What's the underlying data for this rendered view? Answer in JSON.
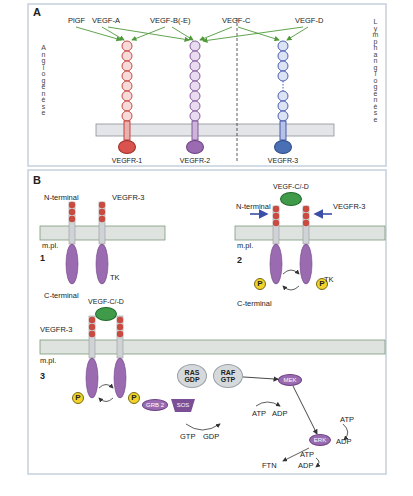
{
  "diagram": {
    "nodes": [
      {
        "text": [
          "VEGFR-1"
        ]
      },
      {
        "text": [
          "VEGFR-2"
        ]
      },
      {
        "text": [
          "VEGFR-3"
        ]
      },
      {
        "text": [
          "VEGF-C/-D"
        ]
      },
      {
        "text": [
          "P"
        ]
      },
      {
        "text": [
          "P"
        ]
      },
      {
        "text": [
          "VEGF-C/-D"
        ]
      },
      {
        "text": [
          "P"
        ]
      },
      {
        "text": [
          "P"
        ]
      },
      {
        "text": [
          "GRB 2"
        ]
      },
      {
        "text": [
          "SOS"
        ]
      },
      {
        "text": [
          "RAS",
          "GDP"
        ]
      },
      {
        "text": [
          "RAF",
          "GTP"
        ]
      },
      {
        "text": [
          "MEK"
        ]
      },
      {
        "text": [
          "ERK"
        ]
      }
    ],
    "edges": [
      {
        "from": 12,
        "to": 13,
        "arrow": "to"
      },
      {
        "from": 13,
        "to": 14,
        "arrow": "to"
      }
    ],
    "labels": [
      "A",
      "Angiogenèse",
      "Lymphangiogenèse",
      "PlGF",
      "VEGF-A",
      "VEGF-B(-E)",
      "VEGF-C",
      "VEGF-D",
      "B",
      "N-terminal",
      "VEGFR-3",
      "m.pl.",
      "C-terminal",
      "TK",
      "1",
      "N-terminal",
      "VEGFR-3",
      "m.pl.",
      "C-terminal",
      "TK",
      "2",
      "VEGFR-3",
      "m.pl.",
      "3",
      "GTP",
      "GDP",
      "ATP",
      "ADP",
      "ATP",
      "ADP",
      "ATP",
      "ADP",
      "FTN"
    ]
  }
}
